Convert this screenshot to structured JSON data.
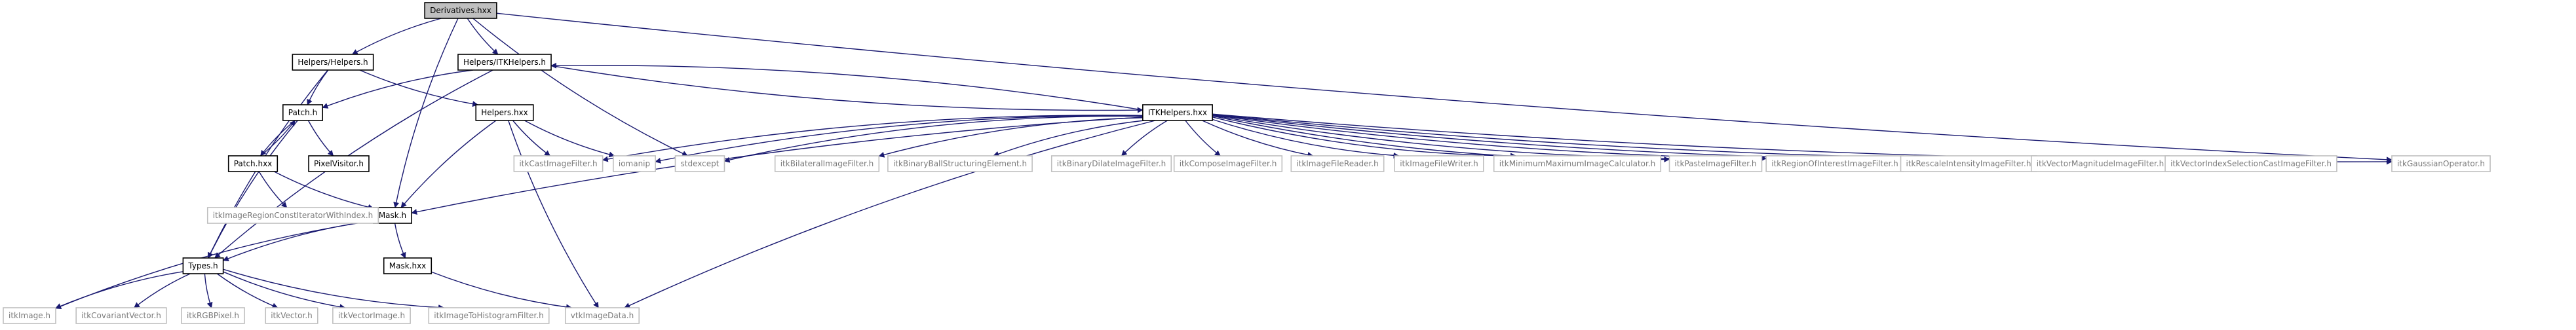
{
  "colors": {
    "edge": "#191970",
    "root_fill": "#bfbfbf",
    "root_stroke": "#000000",
    "documented_stroke": "#000000",
    "external_stroke": "#bfbfbf",
    "external_text": "#7a7a7a",
    "text": "#000000"
  },
  "nodes": [
    {
      "id": "derivatives_hxx",
      "label": "Derivatives.hxx",
      "kind": "root"
    },
    {
      "id": "helpers_helpers_h",
      "label": "Helpers/Helpers.h",
      "kind": "documented"
    },
    {
      "id": "helpers_itkhelpers_h",
      "label": "Helpers/ITKHelpers.h",
      "kind": "documented"
    },
    {
      "id": "patch_h",
      "label": "Patch.h",
      "kind": "documented"
    },
    {
      "id": "helpers_hxx",
      "label": "Helpers.hxx",
      "kind": "documented"
    },
    {
      "id": "itkhelpers_hxx",
      "label": "ITKHelpers.hxx",
      "kind": "documented"
    },
    {
      "id": "patch_hxx",
      "label": "Patch.hxx",
      "kind": "documented"
    },
    {
      "id": "pixelvisitor_h",
      "label": "PixelVisitor.h",
      "kind": "documented"
    },
    {
      "id": "mask_h",
      "label": "Mask.h",
      "kind": "documented"
    },
    {
      "id": "mask_hxx",
      "label": "Mask.hxx",
      "kind": "documented"
    },
    {
      "id": "types_h",
      "label": "Types.h",
      "kind": "documented"
    },
    {
      "id": "itkcastimagefilter_h",
      "label": "itkCastImageFilter.h",
      "kind": "external"
    },
    {
      "id": "iomanip",
      "label": "iomanip",
      "kind": "external"
    },
    {
      "id": "stdexcept",
      "label": "stdexcept",
      "kind": "external"
    },
    {
      "id": "itkbilateralimagefilter_h",
      "label": "itkBilateralImageFilter.h",
      "kind": "external"
    },
    {
      "id": "itkbinaryballstructuringelement_h",
      "label": "itkBinaryBallStructuringElement.h",
      "kind": "external"
    },
    {
      "id": "itkbinarydilateimagefilter_h",
      "label": "itkBinaryDilateImageFilter.h",
      "kind": "external"
    },
    {
      "id": "itkcomposeimagefilter_h",
      "label": "itkComposeImageFilter.h",
      "kind": "external"
    },
    {
      "id": "itkimagefilereader_h",
      "label": "itkImageFileReader.h",
      "kind": "external"
    },
    {
      "id": "itkimagefilewriter_h",
      "label": "itkImageFileWriter.h",
      "kind": "external"
    },
    {
      "id": "itkminimummaximumimagecalculator_h",
      "label": "itkMinimumMaximumImageCalculator.h",
      "kind": "external"
    },
    {
      "id": "itkpasteimagefilter_h",
      "label": "itkPasteImageFilter.h",
      "kind": "external"
    },
    {
      "id": "itkregionofinterestimagefilter_h",
      "label": "itkRegionOfInterestImageFilter.h",
      "kind": "external"
    },
    {
      "id": "itkrescaleintensityimagefilter_h",
      "label": "itkRescaleIntensityImageFilter.h",
      "kind": "external"
    },
    {
      "id": "itkvectormagnitudeimagefilter_h",
      "label": "itkVectorMagnitudeImageFilter.h",
      "kind": "external"
    },
    {
      "id": "itkvectorindexselectioncastimagefilter_h",
      "label": "itkVectorIndexSelectionCastImageFilter.h",
      "kind": "external"
    },
    {
      "id": "itkgaussianoperator_h",
      "label": "itkGaussianOperator.h",
      "kind": "external"
    },
    {
      "id": "itkimageregionconstiteratorwithindex_h",
      "label": "itkImageRegionConstIteratorWithIndex.h",
      "kind": "external"
    },
    {
      "id": "itkimage_h",
      "label": "itkImage.h",
      "kind": "external"
    },
    {
      "id": "itkcovariantvector_h",
      "label": "itkCovariantVector.h",
      "kind": "external"
    },
    {
      "id": "itkrgbpixel_h",
      "label": "itkRGBPixel.h",
      "kind": "external"
    },
    {
      "id": "itkvector_h",
      "label": "itkVector.h",
      "kind": "external"
    },
    {
      "id": "itkvectorimage_h",
      "label": "itkVectorImage.h",
      "kind": "external"
    },
    {
      "id": "itkimagetohistogramfilter_h",
      "label": "itkImageToHistogramFilter.h",
      "kind": "external"
    },
    {
      "id": "vtkimagedata_h",
      "label": "vtkImageData.h",
      "kind": "external"
    }
  ],
  "edges": [
    [
      "derivatives_hxx",
      "helpers_helpers_h"
    ],
    [
      "derivatives_hxx",
      "helpers_itkhelpers_h"
    ],
    [
      "derivatives_hxx",
      "stdexcept"
    ],
    [
      "derivatives_hxx",
      "mask_h"
    ],
    [
      "derivatives_hxx",
      "itkgaussianoperator_h"
    ],
    [
      "helpers_helpers_h",
      "patch_h"
    ],
    [
      "helpers_helpers_h",
      "helpers_hxx"
    ],
    [
      "helpers_helpers_h",
      "types_h"
    ],
    [
      "helpers_itkhelpers_h",
      "patch_h"
    ],
    [
      "helpers_itkhelpers_h",
      "itkhelpers_hxx"
    ],
    [
      "helpers_itkhelpers_h",
      "types_h"
    ],
    [
      "itkhelpers_hxx",
      "helpers_itkhelpers_h"
    ],
    [
      "patch_h",
      "pixelvisitor_h"
    ],
    [
      "patch_h",
      "patch_hxx"
    ],
    [
      "patch_h",
      "types_h"
    ],
    [
      "patch_hxx",
      "patch_h"
    ],
    [
      "patch_hxx",
      "mask_h"
    ],
    [
      "patch_hxx",
      "itkimageregionconstiteratorwithindex_h"
    ],
    [
      "helpers_hxx",
      "mask_h"
    ],
    [
      "helpers_hxx",
      "itkcastimagefilter_h"
    ],
    [
      "helpers_hxx",
      "iomanip"
    ],
    [
      "helpers_hxx",
      "vtkimagedata_h"
    ],
    [
      "itkhelpers_hxx",
      "itkcastimagefilter_h"
    ],
    [
      "itkhelpers_hxx",
      "iomanip"
    ],
    [
      "itkhelpers_hxx",
      "stdexcept"
    ],
    [
      "itkhelpers_hxx",
      "itkbilateralimagefilter_h"
    ],
    [
      "itkhelpers_hxx",
      "itkbinaryballstructuringelement_h"
    ],
    [
      "itkhelpers_hxx",
      "itkbinarydilateimagefilter_h"
    ],
    [
      "itkhelpers_hxx",
      "itkcomposeimagefilter_h"
    ],
    [
      "itkhelpers_hxx",
      "itkimagefilereader_h"
    ],
    [
      "itkhelpers_hxx",
      "itkimagefilewriter_h"
    ],
    [
      "itkhelpers_hxx",
      "itkminimummaximumimagecalculator_h"
    ],
    [
      "itkhelpers_hxx",
      "itkpasteimagefilter_h"
    ],
    [
      "itkhelpers_hxx",
      "itkregionofinterestimagefilter_h"
    ],
    [
      "itkhelpers_hxx",
      "itkrescaleintensityimagefilter_h"
    ],
    [
      "itkhelpers_hxx",
      "itkvectormagnitudeimagefilter_h"
    ],
    [
      "itkhelpers_hxx",
      "itkvectorindexselectioncastimagefilter_h"
    ],
    [
      "itkhelpers_hxx",
      "itkgaussianoperator_h"
    ],
    [
      "itkhelpers_hxx",
      "mask_h"
    ],
    [
      "itkhelpers_hxx",
      "vtkimagedata_h"
    ],
    [
      "mask_h",
      "types_h"
    ],
    [
      "mask_h",
      "mask_hxx"
    ],
    [
      "mask_h",
      "itkimage_h"
    ],
    [
      "mask_hxx",
      "vtkimagedata_h"
    ],
    [
      "types_h",
      "itkimage_h"
    ],
    [
      "types_h",
      "itkcovariantvector_h"
    ],
    [
      "types_h",
      "itkrgbpixel_h"
    ],
    [
      "types_h",
      "itkvector_h"
    ],
    [
      "types_h",
      "itkvectorimage_h"
    ],
    [
      "types_h",
      "itkimagetohistogramfilter_h"
    ]
  ]
}
